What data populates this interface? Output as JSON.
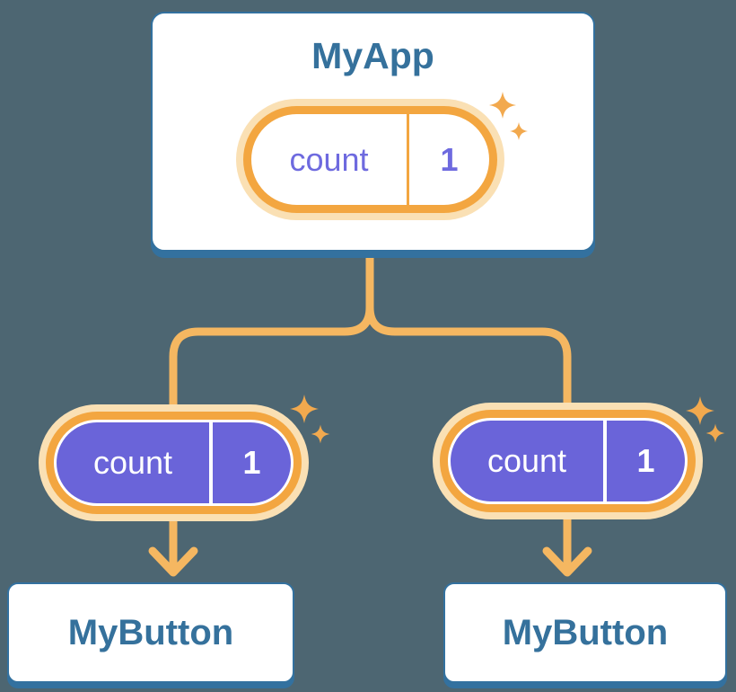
{
  "diagram": {
    "root": {
      "title": "MyApp",
      "state": {
        "name": "count",
        "value": "1"
      }
    },
    "children": [
      {
        "title": "MyButton",
        "state": {
          "name": "count",
          "value": "1"
        }
      },
      {
        "title": "MyButton",
        "state": {
          "name": "count",
          "value": "1"
        }
      }
    ]
  },
  "colors": {
    "background": "#4D6672",
    "card_fill": "#FFFFFF",
    "card_border": "#33719F",
    "card_text": "#35719C",
    "pill_ring_light": "#FAE0B4",
    "pill_ring_orange": "#F3A640",
    "pill_fill_purple": "#6A64D9",
    "pill_text_purple": "#6E6ADF",
    "pill_text_white": "#FFFFFF",
    "connector": "#F5B761",
    "sparkle": "#F2A94E"
  },
  "icons": {
    "sparkle": "four-point-star"
  }
}
